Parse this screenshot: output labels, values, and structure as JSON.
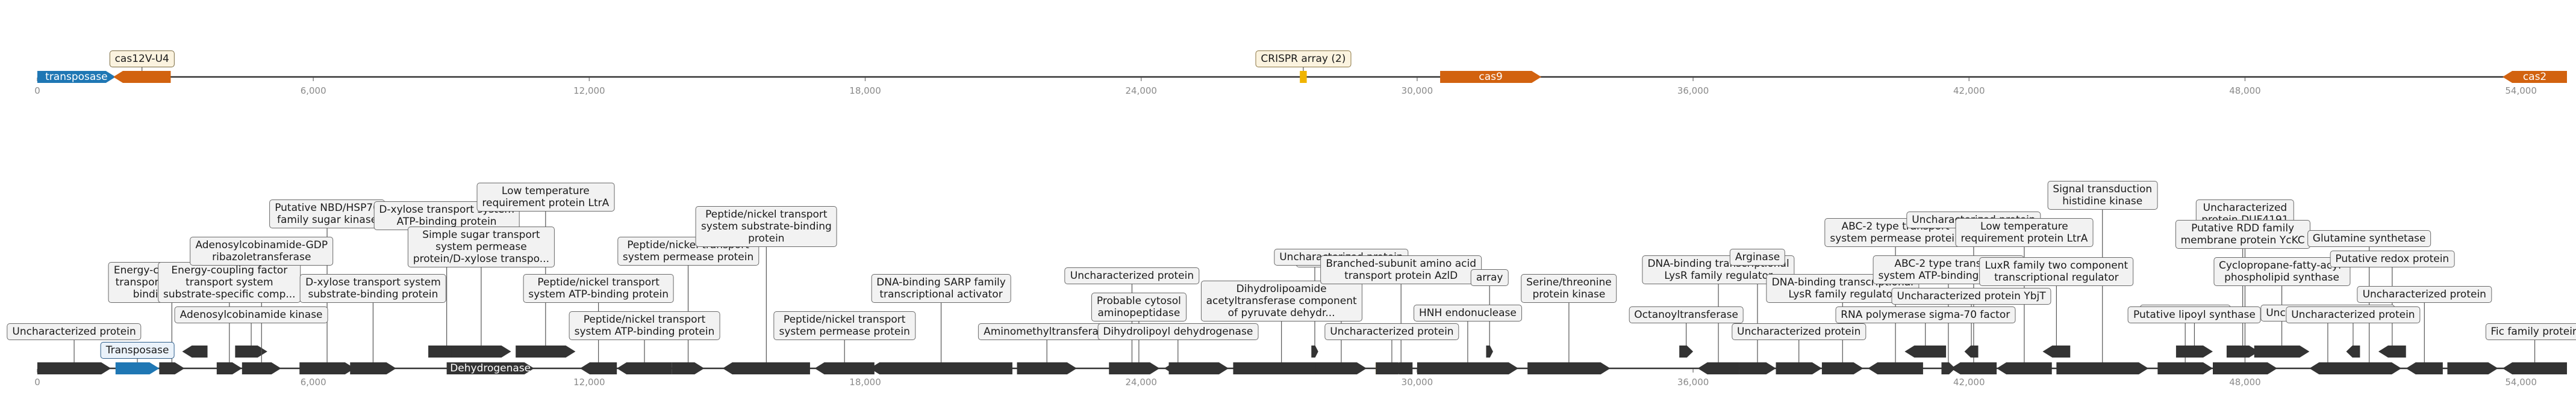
{
  "colors": {
    "gene_dark": "#333333",
    "gene_orange": "#d2620f",
    "gene_blue": "#1f77b4",
    "crispr": "#f0b400",
    "axis": "#333333",
    "tick_text": "#8a8a8a",
    "connector": "#555555"
  },
  "track_top": {
    "range": [
      0,
      55000
    ],
    "ticks": [
      0,
      6000,
      12000,
      18000,
      24000,
      30000,
      36000,
      42000,
      48000,
      54000
    ],
    "tick_labels": [
      "0",
      "6,000",
      "12,000",
      "18,000",
      "24,000",
      "30,000",
      "36,000",
      "42,000",
      "48,000",
      "54,000"
    ],
    "features": [
      {
        "start": 0,
        "end": 1700,
        "strand": 1,
        "color": "blue",
        "label": "transposase",
        "label_inside": true
      },
      {
        "start": 1650,
        "end": 2900,
        "strand": -1,
        "color": "orange",
        "label": "cas12V-U4",
        "tier": 0
      },
      {
        "start": 27450,
        "end": 27600,
        "strand": 0,
        "color": "crispr",
        "label": "CRISPR array (2)",
        "tier": 0
      },
      {
        "start": 30500,
        "end": 32700,
        "strand": 1,
        "color": "orange",
        "label": "cas9",
        "label_inside": true
      },
      {
        "start": 53600,
        "end": 55000,
        "strand": -1,
        "color": "orange",
        "label": "cas2",
        "label_inside": true
      }
    ]
  },
  "track_bottom": {
    "range": [
      0,
      55000
    ],
    "ticks": [
      0,
      6000,
      12000,
      18000,
      24000,
      30000,
      36000,
      42000,
      48000,
      54000
    ],
    "tick_labels": [
      "0",
      "6,000",
      "12,000",
      "18,000",
      "24,000",
      "30,000",
      "36,000",
      "42,000",
      "48,000",
      "54,000"
    ],
    "features": [
      {
        "start": 0,
        "end": 1600,
        "strand": 1,
        "row": 0,
        "label": "Uncharacterized protein",
        "tier": 1
      },
      {
        "start": 1700,
        "end": 2650,
        "strand": 1,
        "row": 0,
        "color": "blue",
        "label": "Transposase",
        "tier": 0,
        "highlight": true
      },
      {
        "start": 2650,
        "end": 3200,
        "strand": 1,
        "row": 0,
        "label": "Energy-coupling factor\ntransport system ATP-\nbinding protein",
        "tier": 3
      },
      {
        "start": 3150,
        "end": 3700,
        "strand": -1,
        "row": 1,
        "label": "",
        "tier": -1
      },
      {
        "start": 3900,
        "end": 4450,
        "strand": 1,
        "row": 0,
        "label": "Energy-coupling factor\ntransport system\nsubstrate-specific comp...",
        "tier": 3
      },
      {
        "start": 4300,
        "end": 5000,
        "strand": 1,
        "row": 1,
        "label": "Adenosylcobinamide kinase",
        "tier": 1
      },
      {
        "start": 4450,
        "end": 5300,
        "strand": 1,
        "row": 0,
        "label": "Adenosylcobinamide-GDP\nribazoletransferase",
        "tier": 5
      },
      {
        "start": 5700,
        "end": 6900,
        "strand": 1,
        "row": 0,
        "label": "Putative NBD/HSP70\nfamily sugar kinase",
        "tier": 7
      },
      {
        "start": 6800,
        "end": 7800,
        "strand": 1,
        "row": 0,
        "label": "D-xylose transport system\nsubstrate-binding protein",
        "tier": 3
      },
      {
        "start": 8500,
        "end": 9300,
        "strand": 1,
        "row": 1,
        "label": "D-xylose transport system\nATP-binding protein",
        "tier": 6
      },
      {
        "start": 8900,
        "end": 10800,
        "strand": 1,
        "row": 0,
        "label": "Dehydrogenase",
        "label_inside": true
      },
      {
        "start": 9000,
        "end": 10300,
        "strand": 1,
        "row": 1,
        "label": "Simple sugar transport\nsystem permease\nprotein/D-xylose transpo...",
        "tier": 4
      },
      {
        "start": 10400,
        "end": 11700,
        "strand": 1,
        "row": 1,
        "label": "Low temperature\nrequirement protein LtrA",
        "tier": 7
      },
      {
        "start": 11800,
        "end": 12600,
        "strand": -1,
        "row": 0,
        "label": "Peptide/nickel transport\nsystem ATP-binding protein",
        "tier": 3
      },
      {
        "start": 12600,
        "end": 13800,
        "strand": -1,
        "row": 0,
        "label": "Peptide/nickel transport\nsystem ATP-binding protein",
        "tier": 1
      },
      {
        "start": 13800,
        "end": 14500,
        "strand": 1,
        "row": 0,
        "label": "Peptide/nickel transport\nsystem permease protein",
        "tier": 5
      },
      {
        "start": 14900,
        "end": 16800,
        "strand": -1,
        "row": 0,
        "label": "Peptide/nickel transport\nsystem substrate-binding\nprotein",
        "tier": 6
      },
      {
        "start": 16900,
        "end": 18200,
        "strand": -1,
        "row": 0,
        "label": "Peptide/nickel transport\nsystem permease protein",
        "tier": 1
      },
      {
        "start": 18100,
        "end": 21200,
        "strand": -1,
        "row": 0,
        "label": "DNA-binding SARP family\ntranscriptional activator",
        "tier": 3
      },
      {
        "start": 21300,
        "end": 22600,
        "strand": 1,
        "row": 0,
        "label": "Aminomethyltransferase",
        "tier": 1
      },
      {
        "start": 23300,
        "end": 24300,
        "strand": 1,
        "row": 0,
        "label": "Uncharacterized protein",
        "tier": 4
      },
      {
        "start": 23500,
        "end": 24400,
        "strand": 1,
        "row": 0,
        "label": "Probable cytosol\naminopeptidase",
        "tier": 2
      },
      {
        "start": 24500,
        "end": 25100,
        "strand": -1,
        "row": 0,
        "label": "Dihydrolipoyl dehydrogenase",
        "tier": 1
      },
      {
        "start": 24600,
        "end": 25900,
        "strand": 1,
        "row": 0,
        "label": "",
        "tier": -1
      },
      {
        "start": 26000,
        "end": 28100,
        "strand": 1,
        "row": 0,
        "label": "Dihydrolipoamide\nacetyltransferase component\nof pyruvate dehydr...",
        "tier": 2
      },
      {
        "start": 27700,
        "end": 27850,
        "strand": 1,
        "row": 1,
        "label": "array",
        "tier": 4
      },
      {
        "start": 27800,
        "end": 28900,
        "strand": 1,
        "row": 0,
        "label": "Uncharacterized protein",
        "tier": 5
      },
      {
        "start": 29100,
        "end": 29400,
        "strand": 0,
        "row": 0,
        "color": "crispr",
        "label": "",
        "tier": -1
      },
      {
        "start": 29100,
        "end": 29800,
        "strand": 1,
        "row": 0,
        "label": "Uncharacterized protein",
        "tier": 1
      },
      {
        "start": 29400,
        "end": 29900,
        "strand": -1,
        "row": 0,
        "label": "Branched-subunit amino acid\ntransport protein AzlD",
        "tier": 4
      },
      {
        "start": 30000,
        "end": 32200,
        "strand": 1,
        "row": 0,
        "label": "HNH endonuclease",
        "tier": 2
      },
      {
        "start": 31500,
        "end": 31650,
        "strand": 1,
        "row": 1,
        "label": "array",
        "tier": 3
      },
      {
        "start": 32400,
        "end": 34200,
        "strand": 1,
        "row": 0,
        "label": "Serine/threonine\nprotein kinase",
        "tier": 3
      },
      {
        "start": 35700,
        "end": 36000,
        "strand": 1,
        "row": 1,
        "label": "Octanoyltransferase",
        "tier": 1
      },
      {
        "start": 36100,
        "end": 37000,
        "strand": -1,
        "row": 0,
        "label": "DNA-binding transcriptional\nLysR family regulator",
        "tier": 4
      },
      {
        "start": 37000,
        "end": 37800,
        "strand": 1,
        "row": 0,
        "label": "Arginase",
        "tier": 5
      },
      {
        "start": 37800,
        "end": 38800,
        "strand": 1,
        "row": 0,
        "label": "Uncharacterized protein",
        "tier": 1
      },
      {
        "start": 38800,
        "end": 39700,
        "strand": 1,
        "row": 0,
        "label": "DNA-binding transcriptional\nLysR family regulator",
        "tier": 3
      },
      {
        "start": 39800,
        "end": 41000,
        "strand": -1,
        "row": 0,
        "label": "ABC-2 type transport\nsystem permease protein",
        "tier": 6
      },
      {
        "start": 40600,
        "end": 41500,
        "strand": -1,
        "row": 1,
        "label": "RNA polymerase sigma-70 factor",
        "tier": 1
      },
      {
        "start": 41400,
        "end": 41700,
        "strand": 1,
        "row": 0,
        "label": "ABC-2 type transport\nsystem ATP-binding protein",
        "tier": 4
      },
      {
        "start": 41600,
        "end": 42600,
        "strand": -1,
        "row": 0,
        "label": "Uncharacterized protein",
        "tier": 7
      },
      {
        "start": 41900,
        "end": 42200,
        "strand": -1,
        "row": 1,
        "label": "Uncharacterized protein YbjT",
        "tier": 2
      },
      {
        "start": 42600,
        "end": 43800,
        "strand": -1,
        "row": 0,
        "label": "Low temperature\nrequirement protein LtrA",
        "tier": 6
      },
      {
        "start": 43600,
        "end": 44200,
        "strand": -1,
        "row": 1,
        "label": "LuxR family two component\ntranscriptional regulator",
        "tier": 3
      },
      {
        "start": 43900,
        "end": 45900,
        "strand": 1,
        "row": 0,
        "label": "Signal transduction\nhistidine kinase",
        "tier": 8
      },
      {
        "start": 46100,
        "end": 47300,
        "strand": 1,
        "row": 0,
        "label": "Lipoyl synthase",
        "tier": 2
      },
      {
        "start": 46500,
        "end": 47300,
        "strand": 1,
        "row": 1,
        "label": "Putative lipoyl synthase",
        "tier": 1
      },
      {
        "start": 47300,
        "end": 48700,
        "strand": 1,
        "row": 0,
        "label": "Uncharacterized\nprotein DUF4191",
        "tier": 7
      },
      {
        "start": 47600,
        "end": 48300,
        "strand": 1,
        "row": 1,
        "label": "Putative RDD family\nmembrane protein YcKC",
        "tier": 5
      },
      {
        "start": 48200,
        "end": 49400,
        "strand": 1,
        "row": 1,
        "label": "Cyclopropane-fatty-acyl-\nphospholipid synthase",
        "tier": 3
      },
      {
        "start": 49400,
        "end": 50200,
        "strand": -1,
        "row": 0,
        "label": "Uncharacterized protein",
        "tier": 2
      },
      {
        "start": 50200,
        "end": 50500,
        "strand": -1,
        "row": 1,
        "label": "Uncharacterized protein",
        "tier": 1
      },
      {
        "start": 50000,
        "end": 51400,
        "strand": 1,
        "row": 0,
        "label": "Glutamine synthetase",
        "tier": 6
      },
      {
        "start": 50900,
        "end": 51500,
        "strand": -1,
        "row": 1,
        "label": "Putative redox protein",
        "tier": 4
      },
      {
        "start": 51500,
        "end": 52300,
        "strand": -1,
        "row": 0,
        "label": "Uncharacterized protein",
        "tier": 3
      },
      {
        "start": 52400,
        "end": 53500,
        "strand": 1,
        "row": 0,
        "label": "",
        "tier": -1
      },
      {
        "start": 53600,
        "end": 55000,
        "strand": -1,
        "row": 0,
        "label": "Fic family protein",
        "tier": 1
      }
    ]
  }
}
